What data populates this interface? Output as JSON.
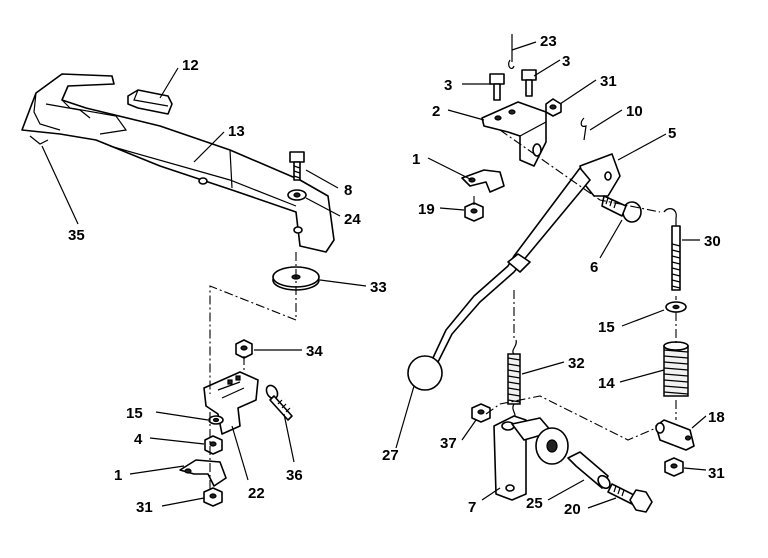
{
  "callouts": {
    "c12": "12",
    "c13": "13",
    "c35": "35",
    "c8": "8",
    "c24": "24",
    "c33": "33",
    "c34": "34",
    "c15a": "15",
    "c4": "4",
    "c1a": "1",
    "c31a": "31",
    "c22": "22",
    "c36": "36",
    "c23": "23",
    "c3a": "3",
    "c3b": "3",
    "c31b": "31",
    "c2": "2",
    "c10": "10",
    "c5": "5",
    "c1b": "1",
    "c19": "19",
    "c6": "6",
    "c30": "30",
    "c15b": "15",
    "c14": "14",
    "c32": "32",
    "c27": "27",
    "c18": "18",
    "c37": "37",
    "c31c": "31",
    "c7": "7",
    "c25": "25",
    "c20": "20"
  }
}
